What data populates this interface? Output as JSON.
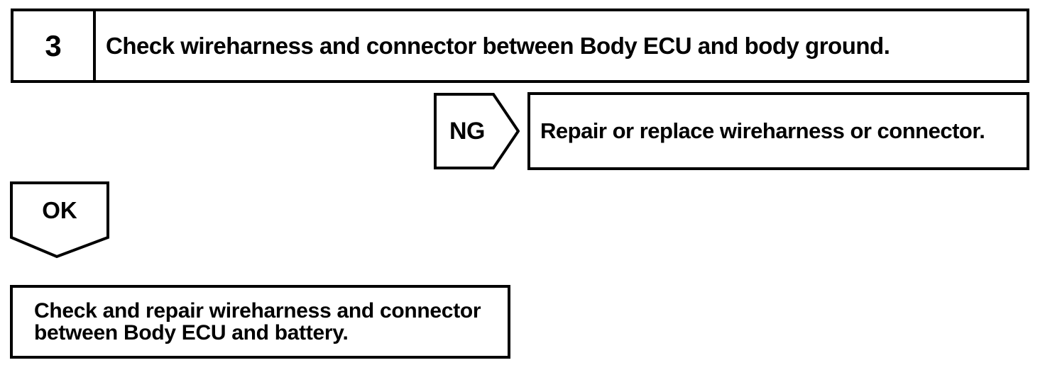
{
  "flowchart": {
    "step": {
      "number": "3",
      "instruction": "Check wireharness and connector between Body ECU and body ground."
    },
    "ng_branch": {
      "label": "NG",
      "action": "Repair or replace wireharness or connector."
    },
    "ok_branch": {
      "label": "OK",
      "action_lines": [
        "Check and repair wireharness and connector",
        "between Body ECU and battery."
      ]
    },
    "colors": {
      "line": "#000000",
      "text": "#000000",
      "background": "#ffffff"
    }
  }
}
